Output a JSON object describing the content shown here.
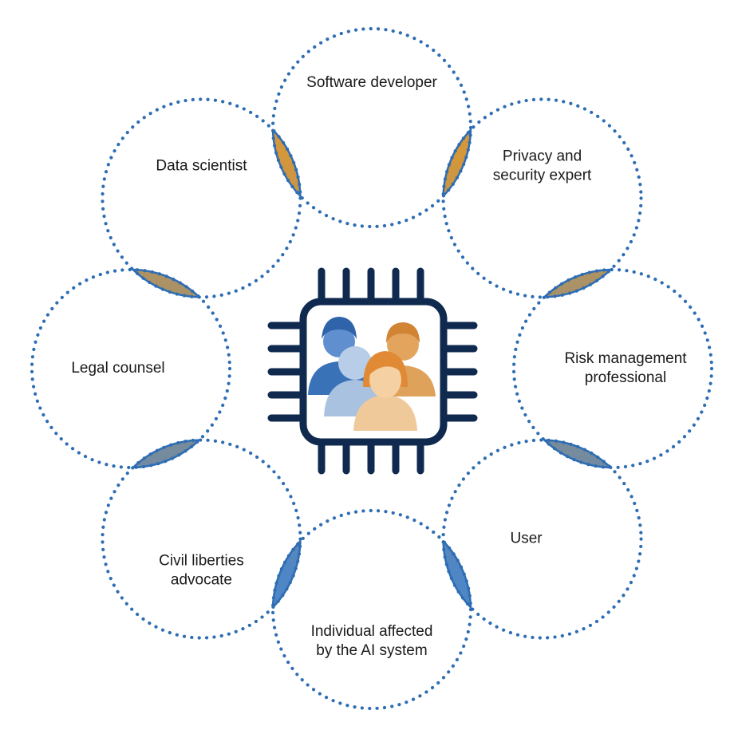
{
  "stakeholders": [
    {
      "lines": [
        "Software developer"
      ]
    },
    {
      "lines": [
        "Privacy and",
        "security expert"
      ]
    },
    {
      "lines": [
        "Risk management",
        "professional"
      ]
    },
    {
      "lines": [
        "User"
      ]
    },
    {
      "lines": [
        "Individual affected",
        "by the AI system"
      ]
    },
    {
      "lines": [
        "Civil liberties",
        "advocate"
      ]
    },
    {
      "lines": [
        "Legal counsel"
      ]
    },
    {
      "lines": [
        "Data scientist"
      ]
    }
  ],
  "center_icon": "ai-chip-with-people-icon",
  "colors": {
    "dotted_border": "#2e6db3",
    "lens_top": "#d4973a",
    "lens_bottom": "#4f86c6",
    "lens_outline": "#2e6db3",
    "chip": "#0f2a4e",
    "person_dark_blue": "#3a72b8",
    "person_light_blue": "#a9c2e0",
    "person_orange": "#dea25b",
    "person_peach": "#f0c99a",
    "hair_orange": "#e08a35"
  }
}
